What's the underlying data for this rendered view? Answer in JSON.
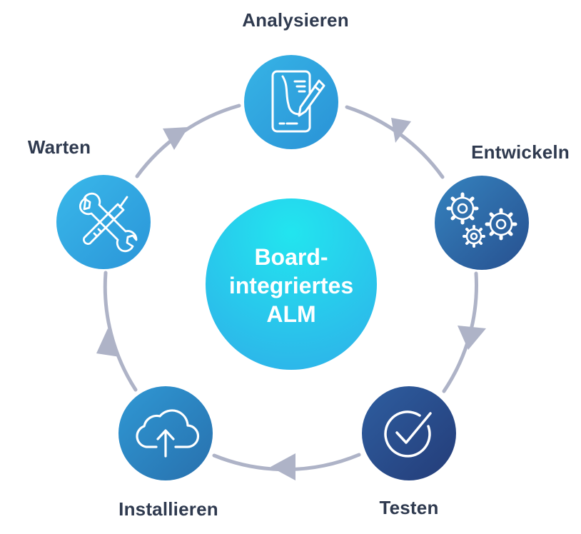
{
  "center": {
    "lines": [
      "Board-",
      "integriertes",
      "ALM"
    ]
  },
  "stages": [
    {
      "label": "Analysieren",
      "icon": "document-pen-icon"
    },
    {
      "label": "Entwickeln",
      "icon": "gears-icon"
    },
    {
      "label": "Testen",
      "icon": "check-circle-icon"
    },
    {
      "label": "Installieren",
      "icon": "cloud-upload-icon"
    },
    {
      "label": "Warten",
      "icon": "wrench-screwdriver-icon"
    }
  ],
  "colors": {
    "ring": "#aeb3c7",
    "label_text": "#2f3a4f",
    "center_top": "#22e1ee",
    "center_bottom": "#2eb5ea",
    "analysieren": "#2fa2de",
    "entwickeln": "#2e6aa5",
    "testen": "#2a4a88",
    "installieren": "#2b86c2",
    "warten": "#31a5e0"
  }
}
